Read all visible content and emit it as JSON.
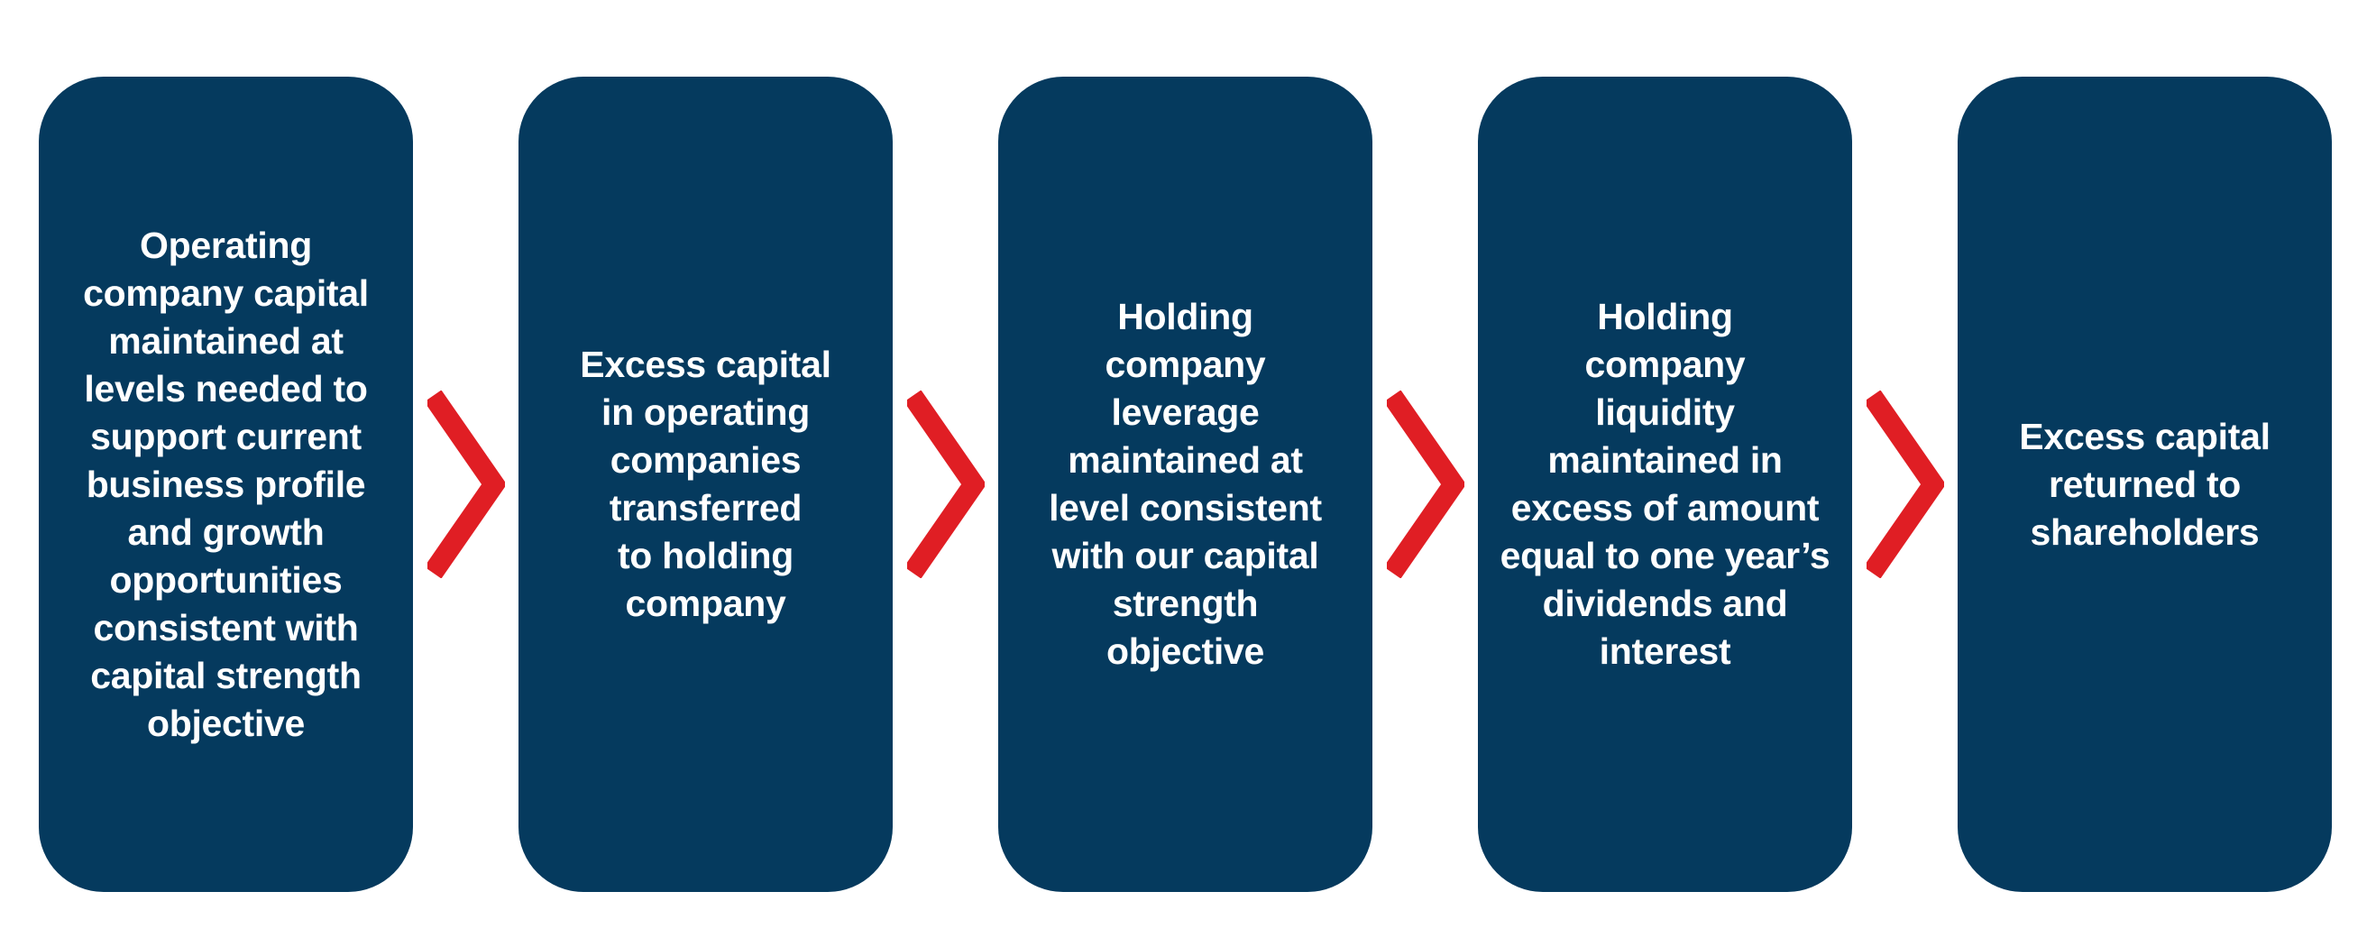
{
  "colors": {
    "box-bg": "#053a5e",
    "box-text": "#ffffff",
    "arrow": "#e01e24",
    "page-bg": "#ffffff"
  },
  "diagram": {
    "type": "horizontal-process-flow",
    "connector_icon": "chevron-right",
    "steps": [
      {
        "label": "Operating\ncompany capital\nmaintained at\nlevels needed to\nsupport current\nbusiness profile\nand growth\nopportunities\nconsistent with\ncapital strength\nobjective"
      },
      {
        "label": "Excess capital\nin operating\ncompanies\ntransferred\nto holding\ncompany"
      },
      {
        "label": "Holding\ncompany\nleverage\nmaintained at\nlevel consistent\nwith our capital\nstrength\nobjective"
      },
      {
        "label": "Holding\ncompany\nliquidity\nmaintained in\nexcess of amount\nequal to one year’s\ndividends and\ninterest"
      },
      {
        "label": "Excess capital\nreturned to\nshareholders"
      }
    ]
  }
}
